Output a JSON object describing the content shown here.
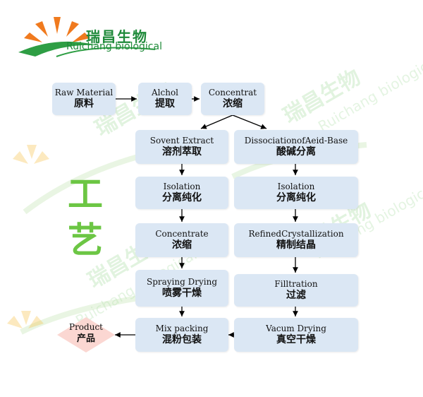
{
  "brand": {
    "name_cn": "瑞昌生物",
    "name_en": "Ruichang biological",
    "colors": {
      "green": "#1f8a3a",
      "orange": "#f07a1e",
      "light_green": "#6cc644"
    }
  },
  "side_label": [
    "工",
    "艺"
  ],
  "node_color": "#dbe7f4",
  "product_color": "#fbd7d2",
  "nodes": {
    "raw_material": {
      "en": "Raw Material",
      "cn": "原料"
    },
    "alchol": {
      "en": "Alchol",
      "cn": "提取"
    },
    "concentrat": {
      "en": "Concentrat",
      "cn": "浓缩"
    },
    "sovent_extract": {
      "en": "Sovent Extract",
      "cn": "溶剂萃取"
    },
    "dissociation": {
      "en": "DissociationofAeid-Base",
      "cn": "酸碱分离"
    },
    "isolation_left": {
      "en": "Isolation",
      "cn": "分离纯化"
    },
    "isolation_right": {
      "en": "Isolation",
      "cn": "分离纯化"
    },
    "concentrate": {
      "en": "Concentrate",
      "cn": "浓缩"
    },
    "refined": {
      "en": "RefinedCrystallization",
      "cn": "精制结晶"
    },
    "spraying": {
      "en": "Spraying Drying",
      "cn": "喷雾干燥"
    },
    "filltration": {
      "en": "Filltration",
      "cn": "过滤"
    },
    "mix_packing": {
      "en": "Mix packing",
      "cn": "混粉包装"
    },
    "vacum_drying": {
      "en": "Vacum Drying",
      "cn": "真空干燥"
    },
    "product": {
      "en": "Product",
      "cn": "产品"
    }
  }
}
